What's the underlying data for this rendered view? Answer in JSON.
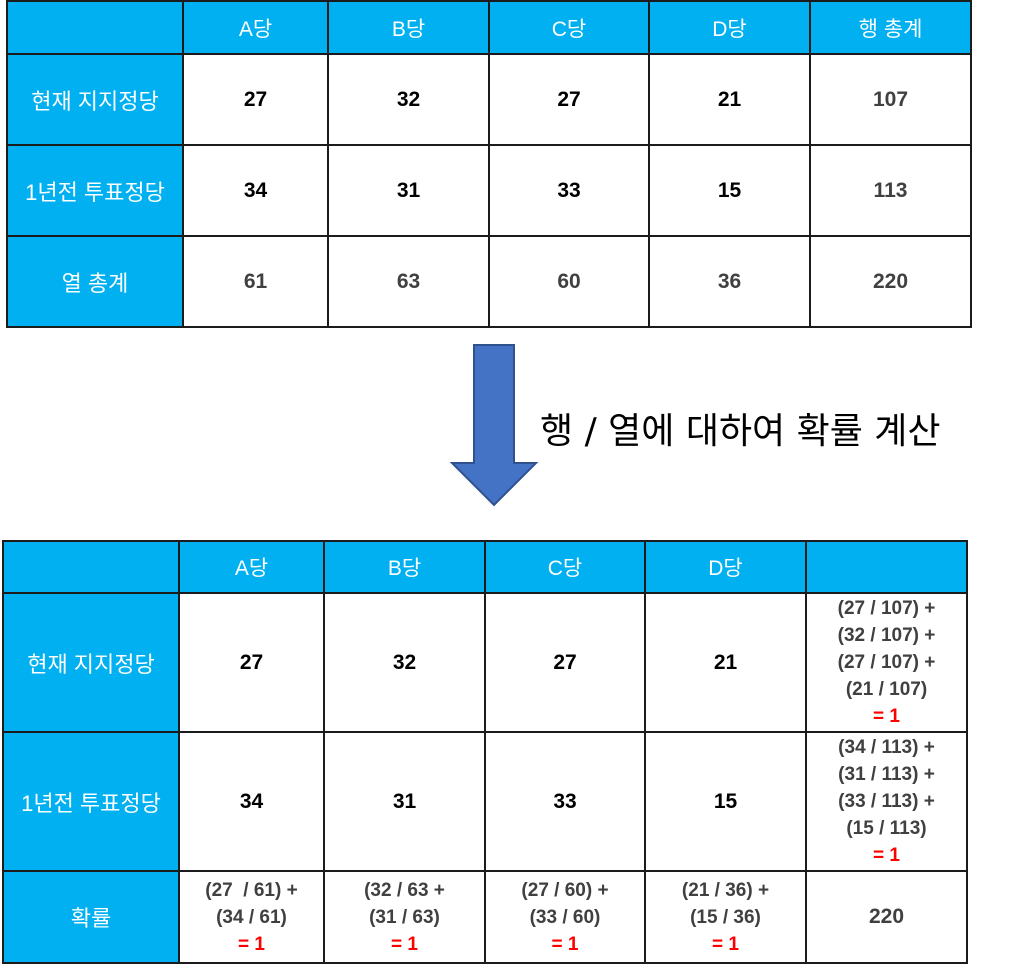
{
  "colors": {
    "header_bg": "#00b0f0",
    "header_text": "#ffffff",
    "border": "#1b1b1b",
    "arrow_fill": "#4472c4",
    "arrow_stroke": "#2f528f",
    "result_text": "#ff0000"
  },
  "top_table": {
    "headers": [
      "",
      "A당",
      "B당",
      "C당",
      "D당",
      "행 총계"
    ],
    "rows": [
      {
        "label": "현재 지지정당",
        "values": [
          "27",
          "32",
          "27",
          "21"
        ],
        "total": "107"
      },
      {
        "label": "1년전 투표정당",
        "values": [
          "34",
          "31",
          "33",
          "15"
        ],
        "total": "113"
      },
      {
        "label": "열 총계",
        "values": [
          "61",
          "63",
          "60",
          "36"
        ],
        "total": "220"
      }
    ]
  },
  "caption": "행 / 열에 대하여 확률 계산",
  "bottom_table": {
    "headers": [
      "",
      "A당",
      "B당",
      "C당",
      "D당",
      ""
    ],
    "rows": [
      {
        "label": "현재 지지정당",
        "values": [
          "27",
          "32",
          "27",
          "21"
        ],
        "formula_lines": [
          "(27 / 107) +",
          "(32 / 107) +",
          "(27 / 107) +",
          "(21 / 107)"
        ],
        "result": "= 1"
      },
      {
        "label": "1년전 투표정당",
        "values": [
          "34",
          "31",
          "33",
          "15"
        ],
        "formula_lines": [
          "(34 / 113) +",
          "(31 / 113) +",
          "(33 / 113) +",
          "(15 / 113)"
        ],
        "result": "= 1"
      }
    ],
    "prob_row": {
      "label": "확률",
      "cells": [
        {
          "lines": [
            "(27  / 61) +",
            "(34 / 61)"
          ],
          "result": "= 1"
        },
        {
          "lines": [
            "(32 / 63 +",
            "(31 / 63)"
          ],
          "result": "= 1"
        },
        {
          "lines": [
            "(27 / 60) +",
            "(33 / 60)"
          ],
          "result": "= 1"
        },
        {
          "lines": [
            "(21 / 36) +",
            "(15 / 36)"
          ],
          "result": "= 1"
        }
      ],
      "total": "220"
    }
  }
}
